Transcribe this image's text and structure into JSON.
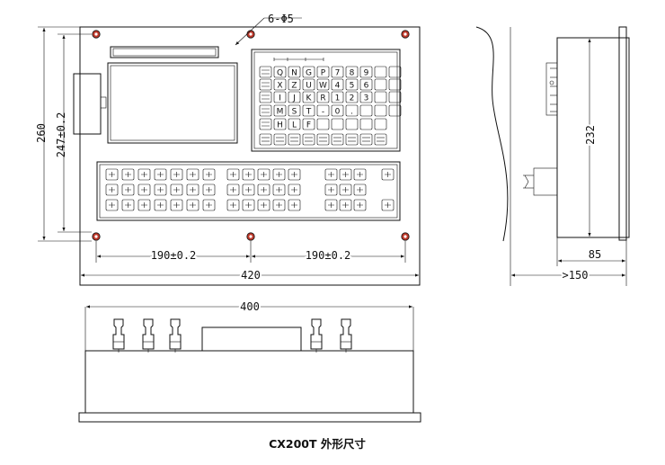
{
  "dimensions": {
    "holes": "6-Φ5",
    "height_outer": "260",
    "height_holes": "247±0.2",
    "pitch_left": "190±0.2",
    "pitch_right": "190±0.2",
    "width_outer": "420",
    "side_height": "232",
    "side_depth": "85",
    "side_total": ">150",
    "bottom_width": "400"
  },
  "caption": "CX200T 外形尺寸",
  "keypad": {
    "row1": [
      "Q",
      "N",
      "G",
      "P",
      "7",
      "8",
      "9"
    ],
    "row2": [
      "X",
      "Z",
      "U",
      "W",
      "4",
      "5",
      "6"
    ],
    "row3": [
      "I",
      "J",
      "K",
      "R",
      "1",
      "2",
      "3"
    ],
    "row4": [
      "M",
      "S",
      "T",
      "-",
      "0",
      "."
    ],
    "row5": [
      "H",
      "L",
      "F"
    ]
  },
  "colors": {
    "line": "#111111",
    "hole": "#c0392b"
  }
}
